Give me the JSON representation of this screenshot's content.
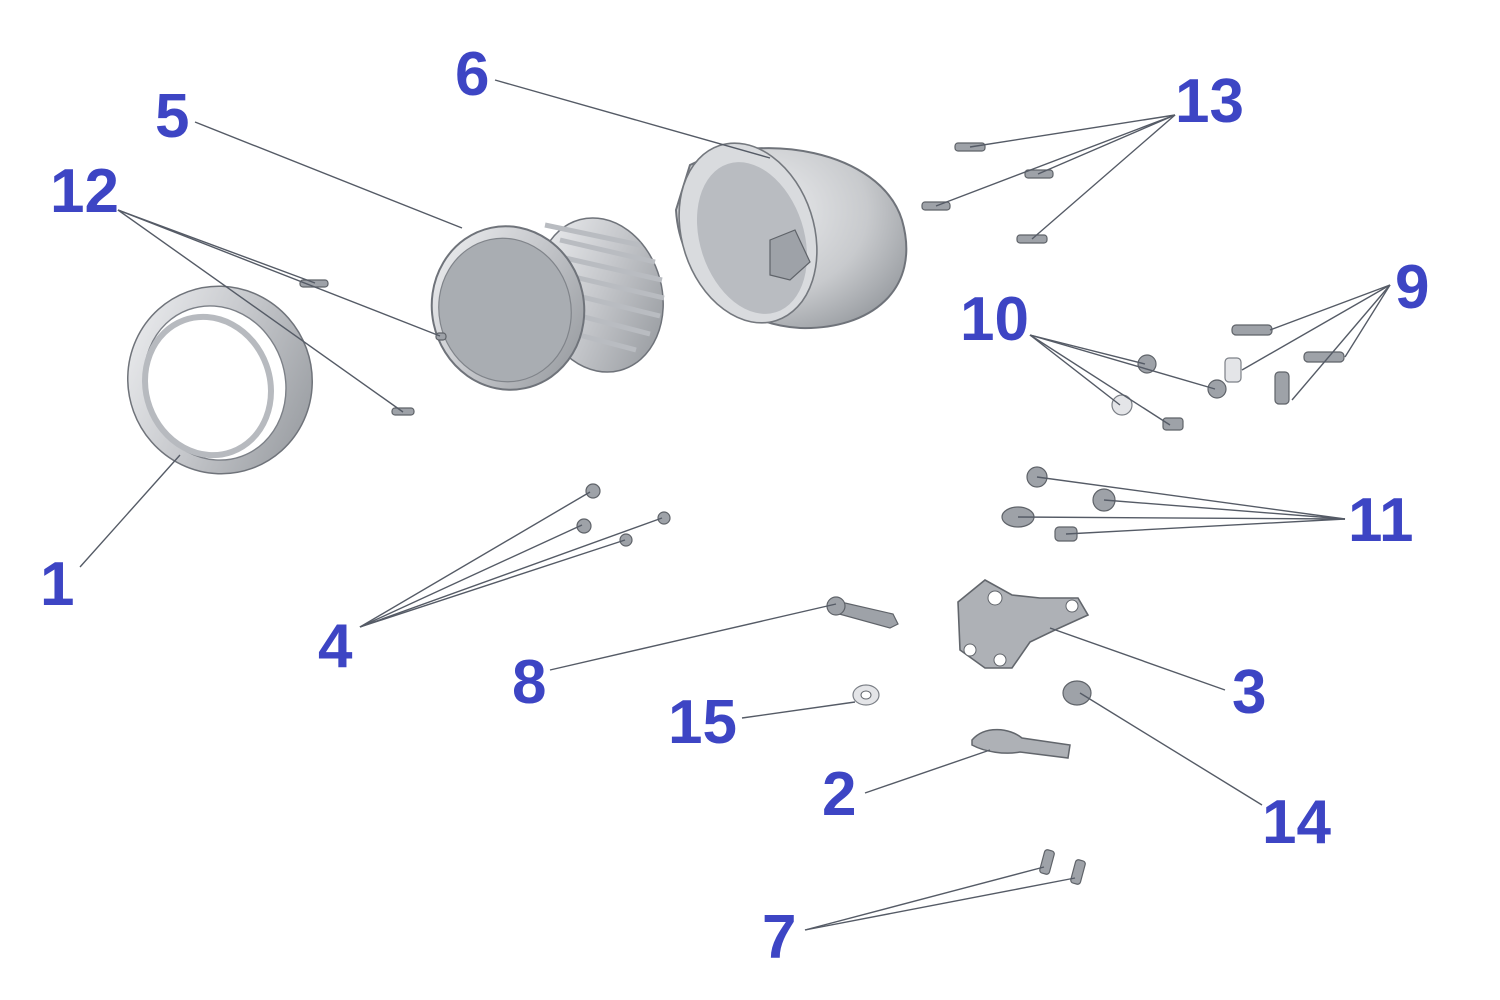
{
  "callouts": [
    {
      "id": "1",
      "label": "1"
    },
    {
      "id": "2",
      "label": "2"
    },
    {
      "id": "3",
      "label": "3"
    },
    {
      "id": "4",
      "label": "4"
    },
    {
      "id": "5",
      "label": "5"
    },
    {
      "id": "6",
      "label": "6"
    },
    {
      "id": "7",
      "label": "7"
    },
    {
      "id": "8",
      "label": "8"
    },
    {
      "id": "9",
      "label": "9"
    },
    {
      "id": "10",
      "label": "10"
    },
    {
      "id": "11",
      "label": "11"
    },
    {
      "id": "12",
      "label": "12"
    },
    {
      "id": "13",
      "label": "13"
    },
    {
      "id": "14",
      "label": "14"
    },
    {
      "id": "15",
      "label": "15"
    }
  ],
  "colors": {
    "callout_text": "#3d45c4",
    "leader_line": "#555b66",
    "part_metal": "#c4c6ca",
    "background": "#ffffff"
  }
}
